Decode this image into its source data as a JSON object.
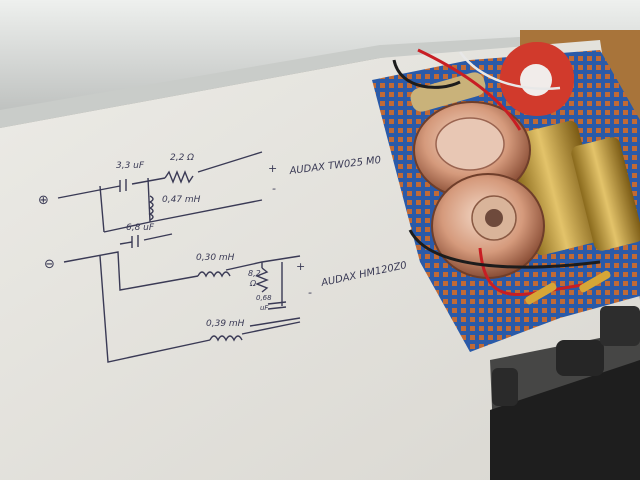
{
  "schematic": {
    "plus_input": "⊕",
    "minus_input": "⊖",
    "c1": "3,3 uF",
    "r1": "2,2 Ω",
    "l1": "0,47 mH",
    "c2": "6,8 uF",
    "tweeter": "AUDAX TW025 M0",
    "tw_plus": "+",
    "tw_minus": "-",
    "l2": "0,30 mH",
    "r2a": "8,2",
    "r2b": "Ω",
    "c3a": "0,68",
    "c3b": "uF",
    "woofer": "AUDAX HM120Z0",
    "wf_plus": "+",
    "wf_minus": "-",
    "l3": "0,39 mH"
  },
  "colors": {
    "paper": "#e9e7e2",
    "ink": "#3a3a55",
    "pcb": "#2a5aa8",
    "wood": "#b07a3e",
    "sill": "#dfe2df"
  }
}
